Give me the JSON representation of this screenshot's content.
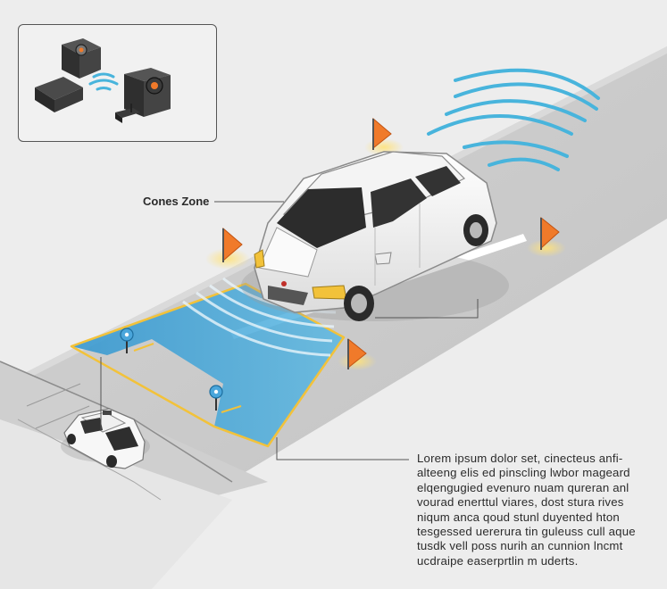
{
  "labels": {
    "cones_zone": "Cones Zone"
  },
  "description": {
    "lines": [
      "Lorem ipsum dolor set, cinecteus anfi-",
      "alteeng elis ed pinscling lwbor mageard",
      "elqengugied evenuro nuam qureran anl",
      "vourad enerttul viares, dost stura rives",
      "niqum anca qoud stunl duyented hton",
      "tesgessed uererura tin guleuss cull aque",
      "tusdk vell poss nurih an cunnion lncmt",
      "ucdraipe easerprtlin m uderts."
    ]
  },
  "colors": {
    "background": "#ededed",
    "road": "#c9c9c9",
    "road_edge": "#b3b3b3",
    "zone_fill": "#3d9fd4",
    "zone_outline": "#f2c23a",
    "cone": "#f07a2a",
    "signal": "#48b4dc",
    "car_body": "#f7f7f7",
    "sensor_body": "#3a3a3a"
  },
  "icons": [
    "sensor-icon",
    "wireless-signal-icon",
    "cone-icon",
    "location-pin-icon",
    "car-icon"
  ]
}
